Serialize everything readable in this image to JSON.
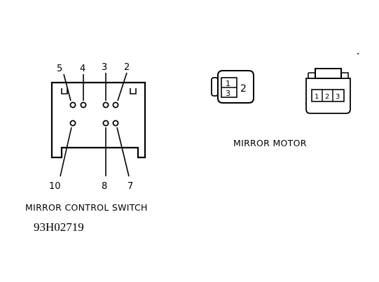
{
  "switch": {
    "caption": "MIRROR CONTROL SWITCH",
    "pins": [
      "5",
      "4",
      "3",
      "2",
      "10",
      "8",
      "7"
    ]
  },
  "motor": {
    "caption": "MIRROR MOTOR",
    "left_connector": [
      "1",
      "3",
      "2"
    ],
    "right_connector": [
      "1",
      "2",
      "3"
    ]
  },
  "figure_code": "93H02719"
}
